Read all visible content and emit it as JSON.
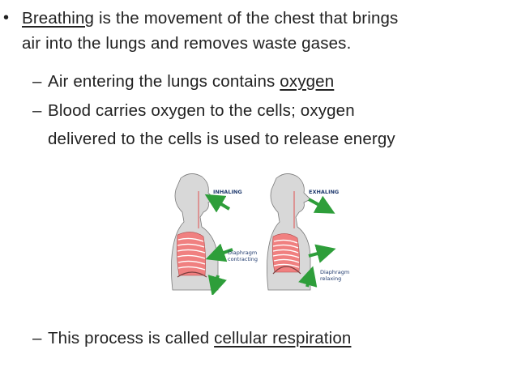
{
  "slide": {
    "bullet_symbol": "•",
    "dash_symbol": "–",
    "main_point": {
      "term": "Breathing",
      "line1_rest": " is the movement of the chest that brings",
      "line2": "air into the lungs and removes waste gases."
    },
    "sub_points": [
      {
        "prefix": "Air entering the lungs contains ",
        "term": "oxygen"
      },
      {
        "line1": "Blood carries oxygen to the cells; oxygen",
        "line2": "delivered to the cells is used to release energy"
      },
      {
        "prefix": "This process is called ",
        "term": "cellular respiration"
      }
    ]
  },
  "diagram": {
    "left_figure": {
      "label": "INHALING",
      "caption_line1": "Diaphragm",
      "caption_line2": "contracting"
    },
    "right_figure": {
      "label": "EXHALING",
      "caption_line1": "Diaphragm",
      "caption_line2": "relaxing"
    },
    "colors": {
      "arrow": "#2e9e3a",
      "lung": "#f08080",
      "rib": "#ffffff",
      "body": "#d8d8d8",
      "outline": "#7a7a7a"
    }
  }
}
